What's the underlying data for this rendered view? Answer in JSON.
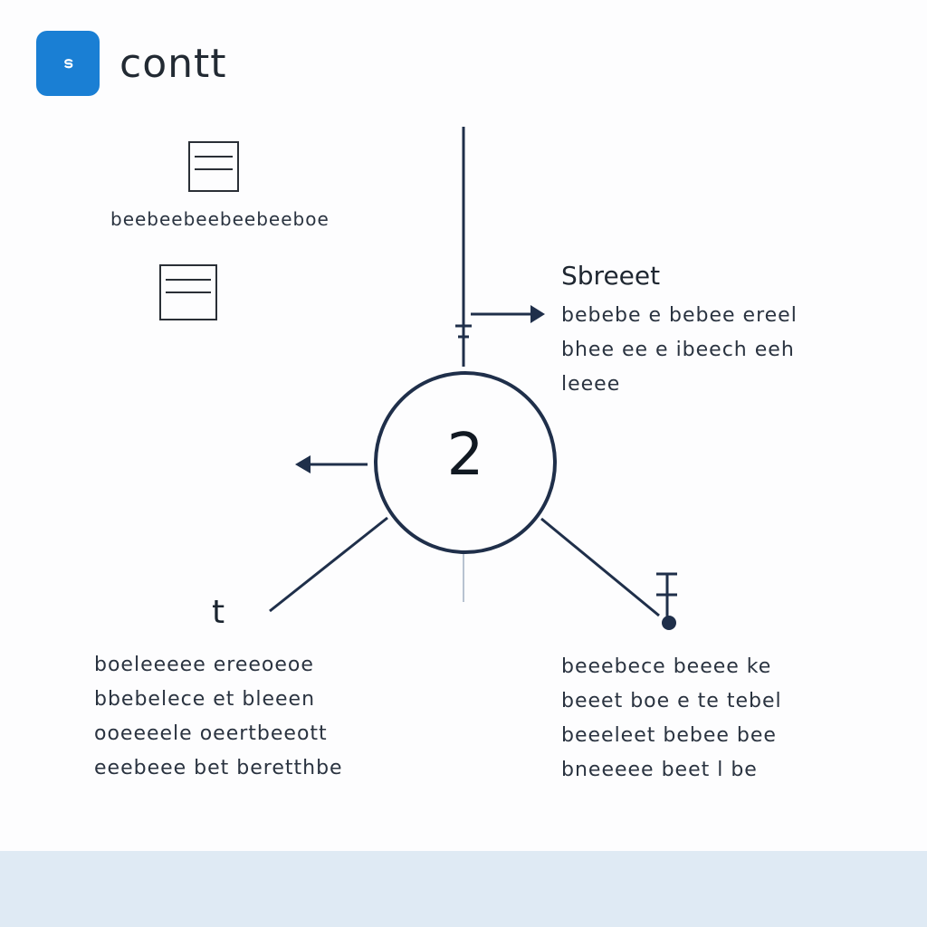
{
  "header": {
    "logo_text": "ട",
    "title": "contt"
  },
  "sidebar": {
    "icon_one": "document-icon",
    "caption": "beebeebeebeebeeboe",
    "icon_two": "document-icon"
  },
  "diagram": {
    "center_node_label": "2",
    "right_heading": "Sbreeet",
    "right_text_lines": [
      "bebebe e bebee ereel",
      "bhee ee e ibeech eeh",
      "leeee"
    ],
    "small_label": "t",
    "bottom_left_lines": [
      "boeleeeee ereeoeoe",
      "bbebelece et bleeen",
      "ooeeeele oeertbeeott",
      "eeebeee bet beretthbe"
    ],
    "bottom_right_lines": [
      "beeebece beeee ke",
      "beeet boe e te tebel",
      "beeeleet bebee bee",
      "bneeeee beet l be"
    ]
  },
  "colors": {
    "accent": "#1a7fd4",
    "line": "#1f2f4a",
    "footer": "#dfeaf4"
  }
}
